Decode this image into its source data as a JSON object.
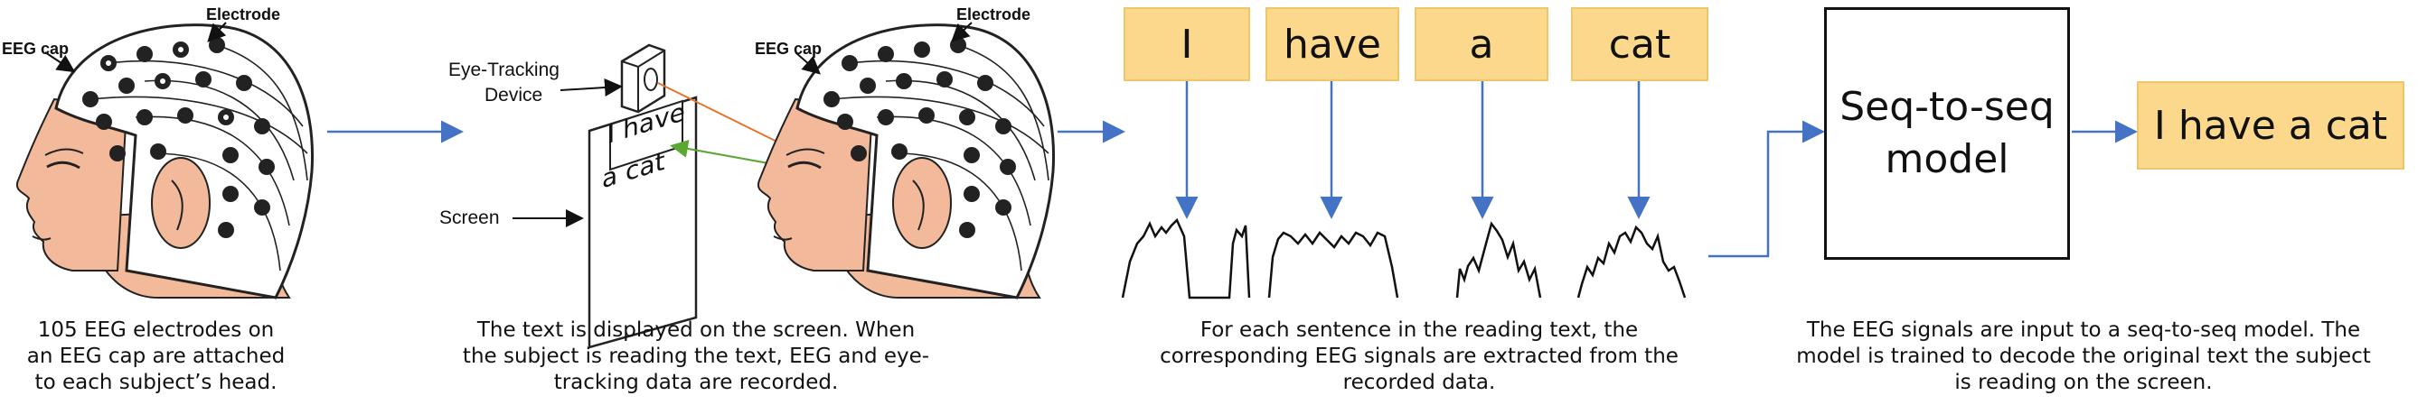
{
  "head_left": {
    "electrode_label": "Electrode",
    "cap_label": "EEG cap"
  },
  "head_right": {
    "electrode_label": "Electrode",
    "cap_label": "EEG cap"
  },
  "setup": {
    "eye_tracker_label_line1": "Eye-Tracking",
    "eye_tracker_label_line2": "Device",
    "screen_label": "Screen",
    "screen_text_line1": "I have",
    "screen_text_line2": "a cat"
  },
  "words": [
    "I",
    "have",
    "a",
    "cat"
  ],
  "model": {
    "line1": "Seq-to-seq",
    "line2": "model"
  },
  "output": {
    "text": "I have a cat"
  },
  "captions": {
    "step1": [
      "105 EEG electrodes on",
      "an EEG cap are attached",
      "to each subject’s head."
    ],
    "step2": [
      "The text is displayed on the screen. When",
      "the subject is reading the text, EEG and eye-",
      "tracking data are recorded."
    ],
    "step3": [
      "For each sentence in the reading text, the",
      "corresponding EEG signals are extracted from the",
      "recorded data."
    ],
    "step4": [
      "The EEG signals are input to a seq-to-seq model. The",
      "model is trained to decode the original text the subject",
      "is reading on the screen."
    ]
  },
  "colors": {
    "arrow": "#4472c4",
    "word_fill": "#fbd88c",
    "skin": "#f2b99a",
    "gaze_out": "#e8732a",
    "gaze_in": "#5aa832"
  }
}
